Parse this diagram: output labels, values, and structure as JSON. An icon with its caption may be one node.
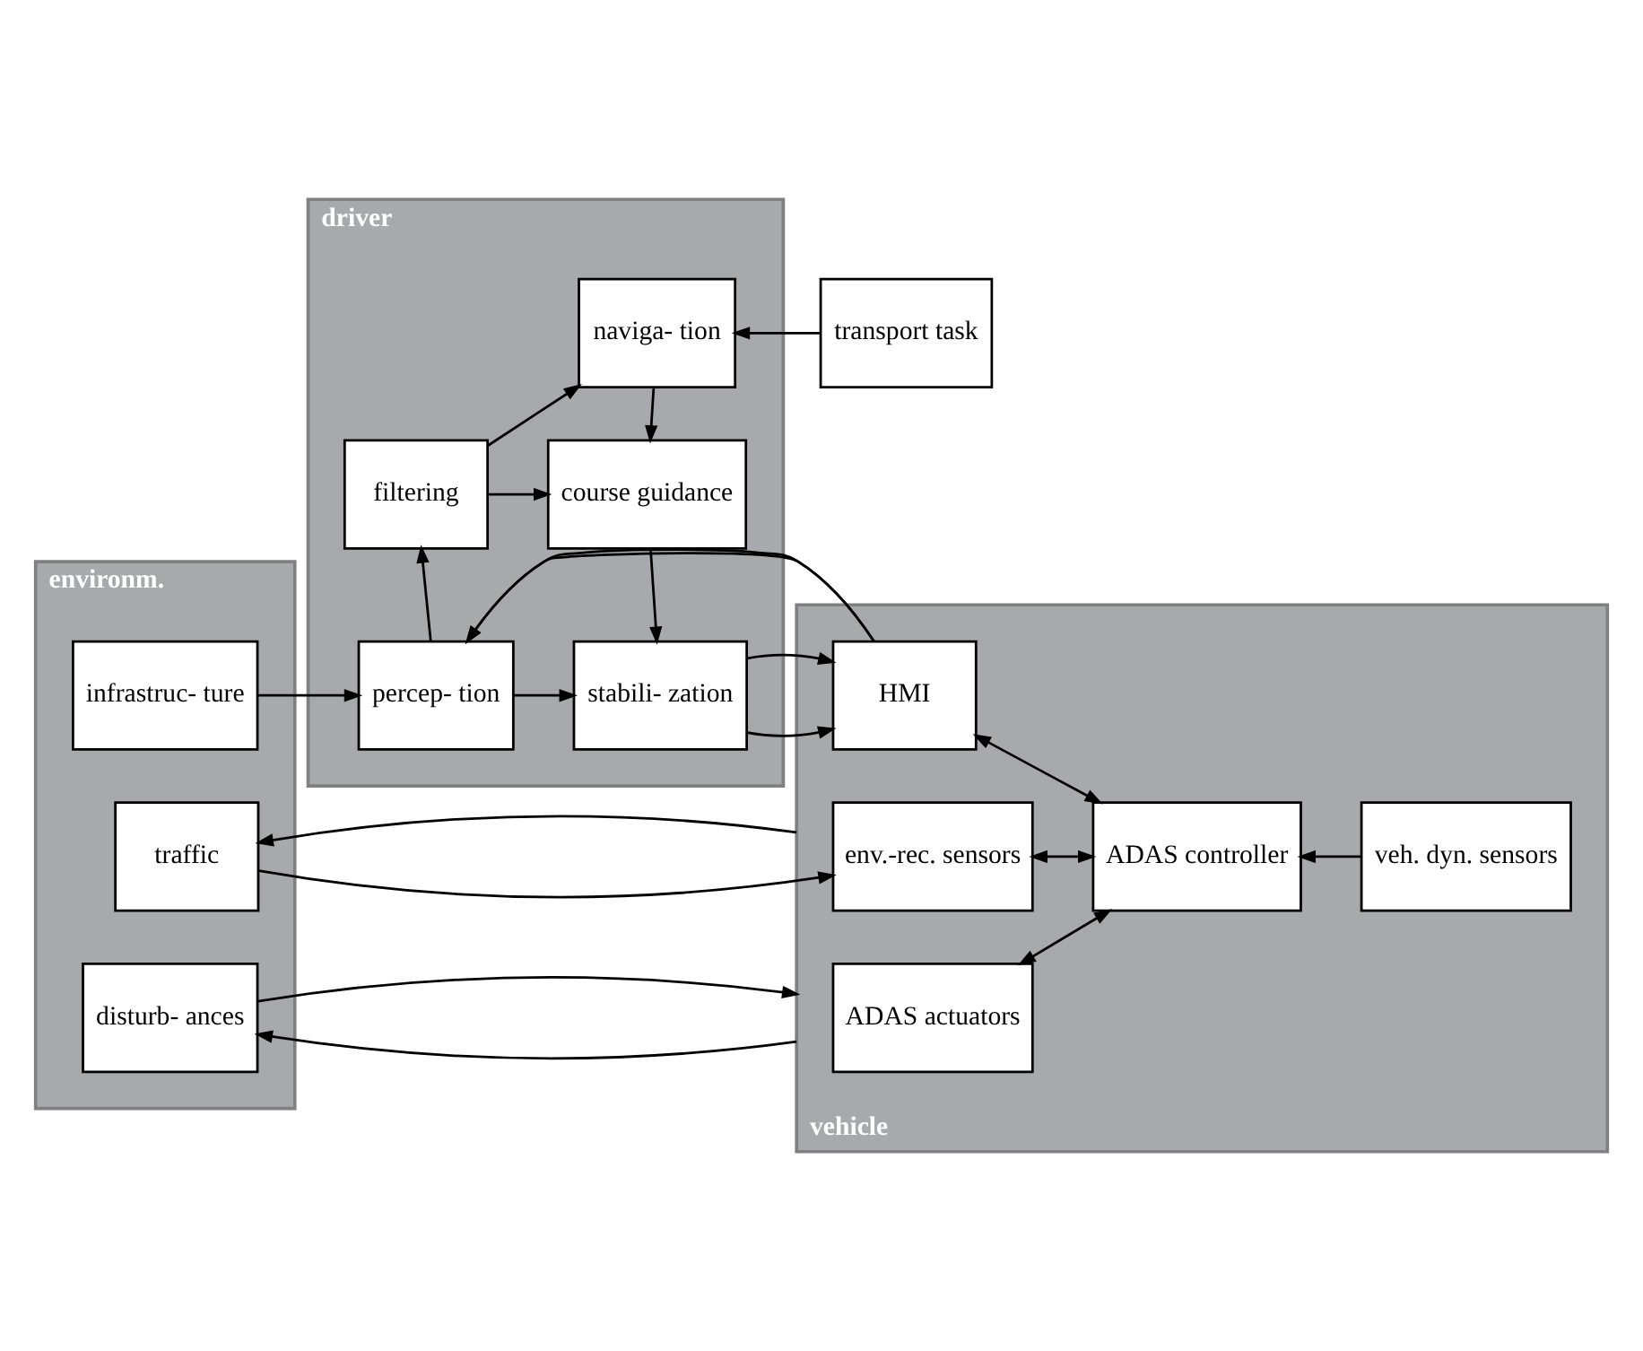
{
  "diagram": {
    "nodes": [
      {
        "text": [
          "driver"
        ]
      },
      {
        "text": [
          "naviga- tion"
        ],
        "in": 0
      },
      {
        "text": [
          "filtering"
        ],
        "in": 0
      },
      {
        "text": [
          "course guidance"
        ],
        "in": 0
      },
      {
        "text": [
          "percep- tion"
        ],
        "in": 0
      },
      {
        "text": [
          "stabili- zation"
        ],
        "in": 0
      },
      {
        "text": [
          "transport task"
        ]
      },
      {
        "text": [
          "environm."
        ]
      },
      {
        "text": [
          "infrastruc- ture"
        ],
        "in": 7
      },
      {
        "text": [
          "traffic"
        ],
        "in": 7
      },
      {
        "text": [
          "disturb- ances"
        ],
        "in": 7
      },
      {
        "text": [
          "vehicle"
        ]
      },
      {
        "text": [
          "HMI"
        ],
        "in": 11
      },
      {
        "text": [
          "env.-rec. sensors"
        ],
        "in": 11
      },
      {
        "text": [
          "ADAS controller"
        ],
        "in": 11
      },
      {
        "text": [
          "veh. dyn. sensors"
        ],
        "in": 11
      },
      {
        "text": [
          "ADAS actuators"
        ],
        "in": 11
      }
    ],
    "edges": [
      {
        "from": 2,
        "to": 1,
        "arrow": "to"
      },
      {
        "from": 6,
        "to": 1,
        "arrow": "to"
      },
      {
        "from": 1,
        "to": 3,
        "arrow": "to"
      },
      {
        "from": 2,
        "to": 3,
        "arrow": "to"
      },
      {
        "from": 3,
        "to": 5,
        "arrow": "to"
      },
      {
        "from": 12,
        "to": 4,
        "arrow": "to"
      },
      {
        "from": 4,
        "to": 2,
        "arrow": "to"
      },
      {
        "from": 8,
        "to": 4,
        "arrow": "to"
      },
      {
        "from": 4,
        "to": 5,
        "arrow": "to"
      },
      {
        "from": 5,
        "to": 12,
        "arrow": "to"
      },
      {
        "from": 12,
        "to": 14,
        "arrow": "both"
      },
      {
        "from": 9,
        "to": 13,
        "arrow": "to"
      },
      {
        "from": 13,
        "to": 14,
        "arrow": "both"
      },
      {
        "from": 15,
        "to": 14,
        "arrow": "to"
      },
      {
        "from": 14,
        "to": 16,
        "arrow": "both"
      },
      {
        "from": 11,
        "to": 9,
        "arrow": "to"
      },
      {
        "from": 11,
        "to": 10,
        "arrow": "to"
      },
      {
        "from": 10,
        "to": 11,
        "arrow": "to"
      }
    ]
  }
}
